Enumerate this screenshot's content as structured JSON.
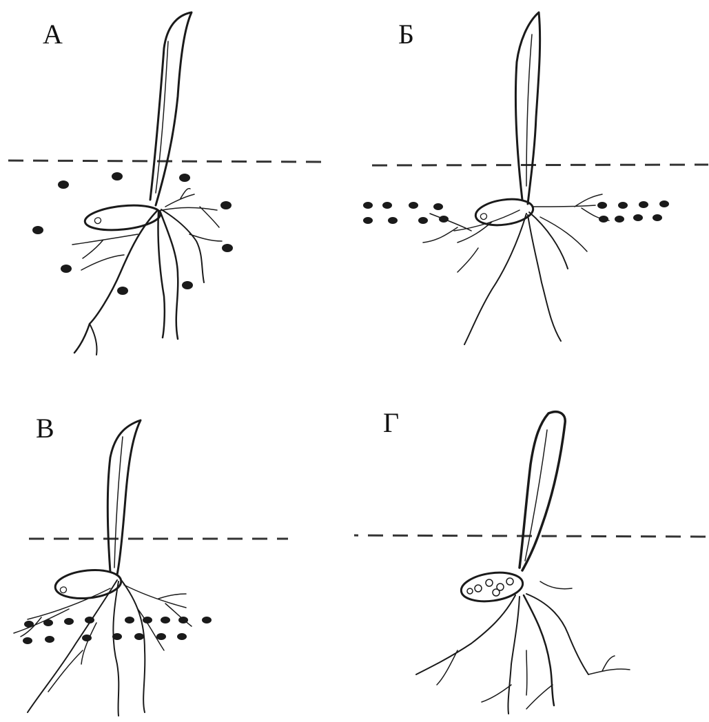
{
  "panels": [
    {
      "id": "A",
      "label": "А",
      "fertilizer_placement": "scattered"
    },
    {
      "id": "B",
      "label": "Б",
      "fertilizer_placement": "band-at-seed-level"
    },
    {
      "id": "V",
      "label": "В",
      "fertilizer_placement": "band-below-seed"
    },
    {
      "id": "G",
      "label": "Г",
      "fertilizer_placement": "none"
    }
  ],
  "colors": {
    "ink": "#1a1a1a",
    "background": "#ffffff"
  }
}
